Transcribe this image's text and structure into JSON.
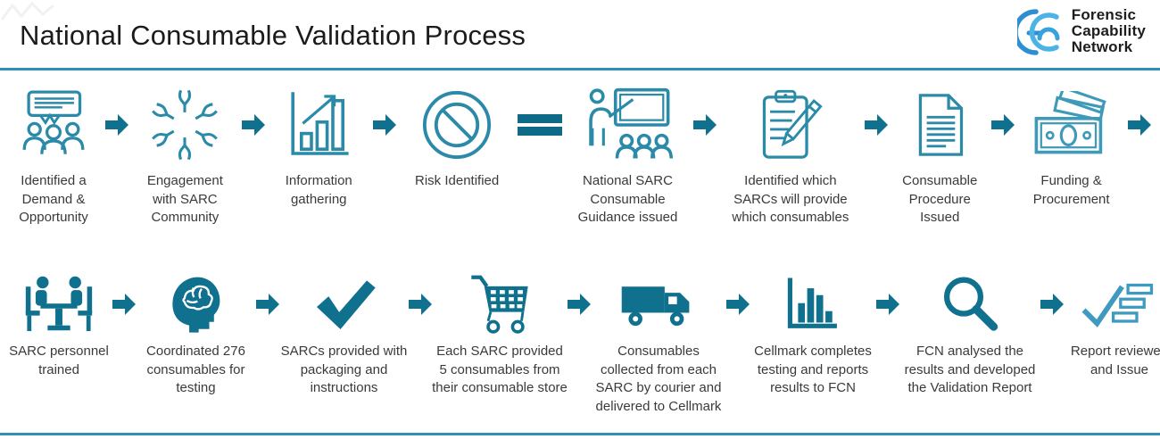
{
  "header": {
    "title": "National Consumable Validation Process",
    "logo": {
      "name": "forensic-capability-network-logo",
      "line1": "Forensic",
      "line2": "Capability",
      "line3": "Network"
    }
  },
  "colors": {
    "accent_dark": "#10718f",
    "accent_outline": "#2b8aa8",
    "accent_light": "#3e9ac0",
    "divider_line": "#2e8fb8",
    "equals_connector": "#0f6a87",
    "label_text": "#3a3a3a",
    "title_text": "#1b1b1b",
    "logo_blue_dark": "#2f8ed2",
    "logo_blue_light": "#4db3e6"
  },
  "flow": {
    "row1": [
      {
        "icon": "discussion-icon",
        "label": "Identified a Demand & Opportunity",
        "connector_after": "arrow"
      },
      {
        "icon": "teamwork-hands-icon",
        "label": "Engagement with SARC Community",
        "connector_after": "arrow"
      },
      {
        "icon": "growth-chart-icon",
        "label": "Information gathering",
        "connector_after": "arrow"
      },
      {
        "icon": "no-entry-icon",
        "label": "Risk Identified",
        "connector_after": "equals"
      },
      {
        "icon": "training-presentation-icon",
        "label": "National SARC Consumable Guidance issued",
        "connector_after": "arrow"
      },
      {
        "icon": "clipboard-pencil-icon",
        "label": "Identified which SARCs will provide which consumables",
        "connector_after": "arrow"
      },
      {
        "icon": "document-icon",
        "label": "Consumable Procedure Issued",
        "connector_after": "arrow"
      },
      {
        "icon": "money-icon",
        "label": "Funding & Procurement",
        "connector_after": "arrow"
      }
    ],
    "row2": [
      {
        "icon": "meeting-table-icon",
        "label": "SARC personnel trained",
        "connector_after": "arrow"
      },
      {
        "icon": "head-brain-icon",
        "label": "Coordinated 276 consumables for testing",
        "connector_after": "arrow"
      },
      {
        "icon": "checkmark-icon",
        "label": "SARCs provided with packaging and instructions",
        "connector_after": "arrow"
      },
      {
        "icon": "shopping-cart-icon",
        "label": "Each SARC provided 5 consumables from their consumable store",
        "connector_after": "arrow"
      },
      {
        "icon": "delivery-truck-icon",
        "label": "Consumables collected from each SARC by courier and delivered to Cellmark",
        "connector_after": "arrow"
      },
      {
        "icon": "bar-chart-icon",
        "label": "Cellmark completes testing and reports results to FCN",
        "connector_after": "arrow"
      },
      {
        "icon": "magnifier-icon",
        "label": "FCN analysed the results and developed the Validation Report",
        "connector_after": "arrow"
      },
      {
        "icon": "checklist-icon",
        "label": "Report reviewed and Issue",
        "connector_after": "none"
      }
    ]
  }
}
